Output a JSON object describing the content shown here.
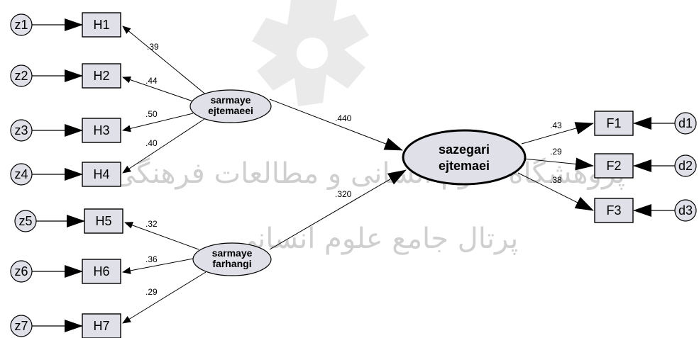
{
  "watermark": {
    "line1": "پژوهشگاه علوم انسانی و مطالعات فرهنگی",
    "line2": "پرتال جامع علوم انسانی"
  },
  "latents": {
    "social_capital": {
      "line1": "sarmaye",
      "line2": "ejtemaeei"
    },
    "cultural_capital": {
      "line1": "sarmaye",
      "line2": "farhangi"
    },
    "social_adjustment": {
      "line1": "sazegari",
      "line2": "ejtemaei"
    }
  },
  "indicators_left": [
    {
      "error": "z1",
      "label": "H1",
      "loading": ".39"
    },
    {
      "error": "z2",
      "label": "H2",
      "loading": ".44"
    },
    {
      "error": "z3",
      "label": "H3",
      "loading": ".50"
    },
    {
      "error": "z4",
      "label": "H4",
      "loading": ".40"
    },
    {
      "error": "z5",
      "label": "H5",
      "loading": ".32"
    },
    {
      "error": "z6",
      "label": "H6",
      "loading": ".36"
    },
    {
      "error": "z7",
      "label": "H7",
      "loading": ".29"
    }
  ],
  "indicators_right": [
    {
      "error": "d1",
      "label": "F1",
      "loading": ".43"
    },
    {
      "error": "d2",
      "label": "F2",
      "loading": ".29"
    },
    {
      "error": "d3",
      "label": "F3",
      "loading": ".38"
    }
  ],
  "paths": {
    "social_to_adjustment": ".440",
    "cultural_to_adjustment": ".320"
  }
}
